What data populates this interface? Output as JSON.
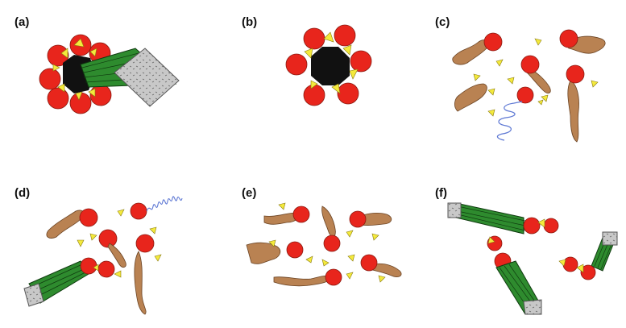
{
  "colors": {
    "background": "#ffffff",
    "sphere": "#e8251c",
    "sphere_stroke": "#8a1a10",
    "triangle": "#f4ea3c",
    "triangle_stroke": "#8a7a10",
    "blob": "#b98252",
    "blob_stroke": "#6b4424",
    "bundle": "#2e8b2e",
    "bundle_stroke": "#0f3a0f",
    "block": "#c8c8c8",
    "block_stroke": "#555555",
    "squiggle": "#5f79d4",
    "center": "#111111"
  },
  "panels": [
    {
      "key": "a",
      "label": "(a)"
    },
    {
      "key": "b",
      "label": "(b)"
    },
    {
      "key": "c",
      "label": "(c)"
    },
    {
      "key": "d",
      "label": "(d)"
    },
    {
      "key": "e",
      "label": "(e)"
    },
    {
      "key": "f",
      "label": "(f)"
    }
  ]
}
